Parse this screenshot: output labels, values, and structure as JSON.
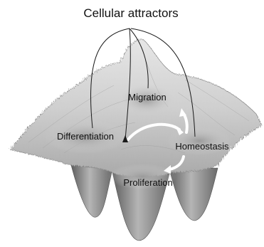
{
  "figure": {
    "title": "Cellular attractors",
    "attractors": [
      {
        "id": "migration",
        "label": "Migration"
      },
      {
        "id": "differentiation",
        "label": "Differentiation"
      },
      {
        "id": "homeostasis",
        "label": "Homeostasis"
      },
      {
        "id": "proliferation",
        "label": "Proliferation"
      }
    ]
  },
  "colors": {
    "surface_light": "#d9d9d9",
    "surface_mid": "#bdbdbd",
    "surface_dark": "#8f8f8f",
    "well_dark": "#6f6f6f",
    "arrow": "#ffffff",
    "lines": "#1a1a1a"
  }
}
